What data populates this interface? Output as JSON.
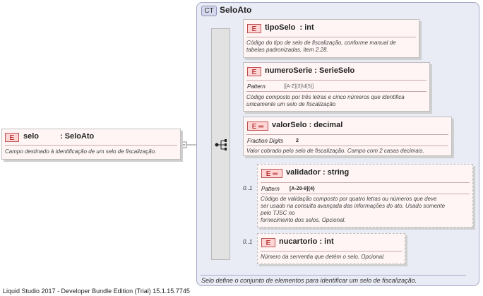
{
  "footer": "Liquid Studio 2017 - Developer Bundle Edition (Trial) 15.1.15.7745",
  "root": {
    "badge": "E",
    "name": "selo",
    "type": ": SeloAto",
    "doc": "Campo destinado à identificação de um selo de fiscalização."
  },
  "complex_type": {
    "badge": "CT",
    "name": "SeloAto",
    "doc": "Selo define o conjunto de elementos para identificar um selo de fiscalização."
  },
  "children": [
    {
      "badge": "E",
      "name": "tipoSelo  : int",
      "doc": [
        "Código do tipo de selo de fiscalização, conforme manual de",
        "tabelas padronizadas, item 2.28."
      ]
    },
    {
      "badge": "E",
      "name": "numeroSerie : SerieSelo",
      "facet_key": "Pattern",
      "facet_value": "[[A-Z]{3}\\d{5}]",
      "doc": [
        "Código composto por três letras e cinco números que identifica",
        "unicamente um selo de fiscalização"
      ]
    },
    {
      "badge": "E ═",
      "name": "valorSelo : decimal",
      "facet_key": "Fraction Digits",
      "facet_value": "2",
      "doc": [
        "Valor cobrado pelo selo de fiscalização. Campo com 2 casas decimais."
      ]
    },
    {
      "badge": "E ═",
      "name": "validador : string",
      "occurs": "0..1",
      "facet_key": "Pattern",
      "facet_value": "[A-Z0-9]{4}",
      "doc": [
        "Código de validação composto por quatro letras ou números que deve",
        "ser usado na consulta avançada das informações do ato. Usado somente",
        "pelo TJSC no",
        "fornecimento dos selos. Opcional."
      ]
    },
    {
      "badge": "E",
      "name": "nucartorio : int",
      "occurs": "0..1",
      "doc": [
        "Número da serventia que detém o selo. Opcional."
      ]
    }
  ]
}
